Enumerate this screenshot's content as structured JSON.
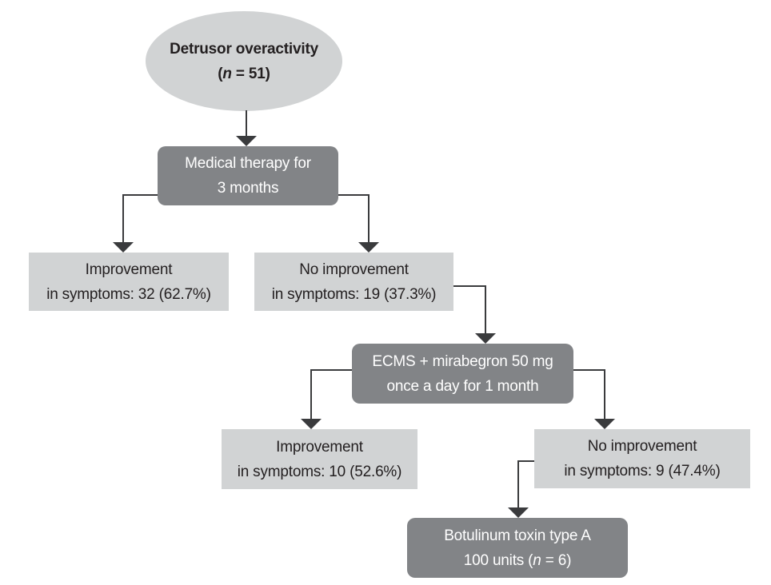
{
  "figure_type": "flowchart",
  "colors": {
    "background": "#ffffff",
    "node_light_fill": "#d1d3d4",
    "node_dark_fill": "#828487",
    "text_dark": "#231f20",
    "text_light": "#ffffff",
    "connector": "#3a3b3d"
  },
  "nodes": {
    "root": {
      "shape": "ellipse",
      "line1": "Detrusor overactivity",
      "line2_prefix": "(",
      "line2_var": "n",
      "line2_suffix": " = 51)"
    },
    "therapy": {
      "shape": "rounded-dark",
      "line1": "Medical therapy for",
      "line2": "3 months"
    },
    "improve1": {
      "shape": "light",
      "line1": "Improvement",
      "line2": "in symptoms: 32 (62.7%)"
    },
    "noimprove1": {
      "shape": "light",
      "line1": "No improvement",
      "line2": "in symptoms: 19 (37.3%)"
    },
    "ecms": {
      "shape": "rounded-dark",
      "line1": "ECMS + mirabegron 50 mg",
      "line2": "once a day for 1 month"
    },
    "improve2": {
      "shape": "light",
      "line1": "Improvement",
      "line2": "in symptoms: 10 (52.6%)"
    },
    "noimprove2": {
      "shape": "light",
      "line1": "No improvement",
      "line2": "in symptoms: 9 (47.4%)"
    },
    "botox": {
      "shape": "rounded-dark",
      "line1": "Botulinum toxin type A",
      "line2_prefix": "100 units (",
      "line2_var": "n",
      "line2_suffix": " = 6)"
    }
  }
}
